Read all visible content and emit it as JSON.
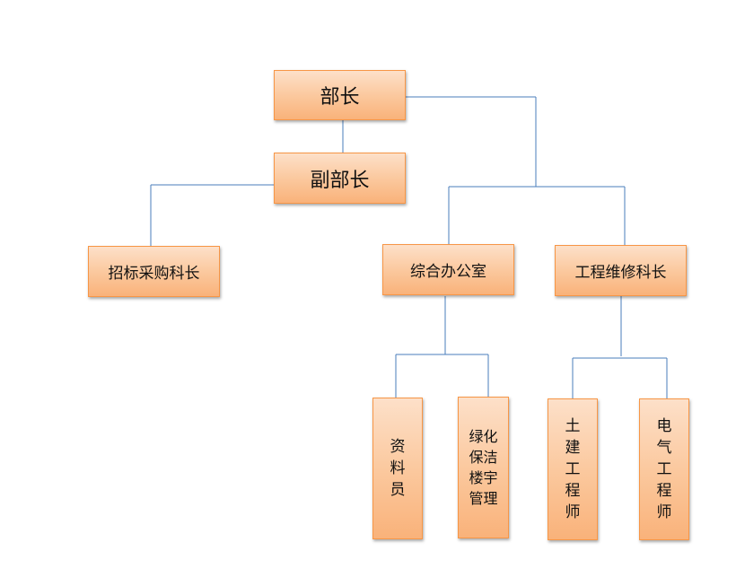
{
  "nodes": {
    "minister": "部长",
    "deputy_minister": "副部长",
    "procurement": "招标采购科长",
    "general_office": "综合办公室",
    "maintenance": "工程维修科长",
    "clerk": [
      "资",
      "料",
      "员"
    ],
    "greening": [
      "绿化",
      "保洁",
      "楼宇",
      "管理"
    ],
    "civil_engineer": [
      "土",
      "建",
      "工",
      "程",
      "师"
    ],
    "electrical_engineer": [
      "电",
      "气",
      "工",
      "程",
      "师"
    ]
  }
}
